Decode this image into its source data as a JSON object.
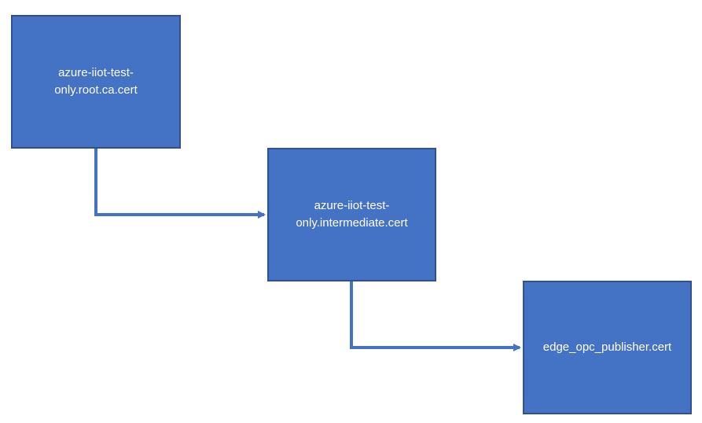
{
  "colors": {
    "node_fill": "#4472c4",
    "node_border": "#2f528f",
    "connector": "#4472c4",
    "label_text": "#ffffff",
    "background": "#ffffff"
  },
  "nodes": [
    {
      "id": "root",
      "label": "azure-iiot-test-only.root.ca.cert"
    },
    {
      "id": "intermediate",
      "label": "azure-iiot-test-only.intermediate.cert"
    },
    {
      "id": "leaf",
      "label": "edge_opc_publisher.cert"
    }
  ],
  "edges": [
    {
      "from": "root",
      "to": "intermediate"
    },
    {
      "from": "intermediate",
      "to": "leaf"
    }
  ]
}
